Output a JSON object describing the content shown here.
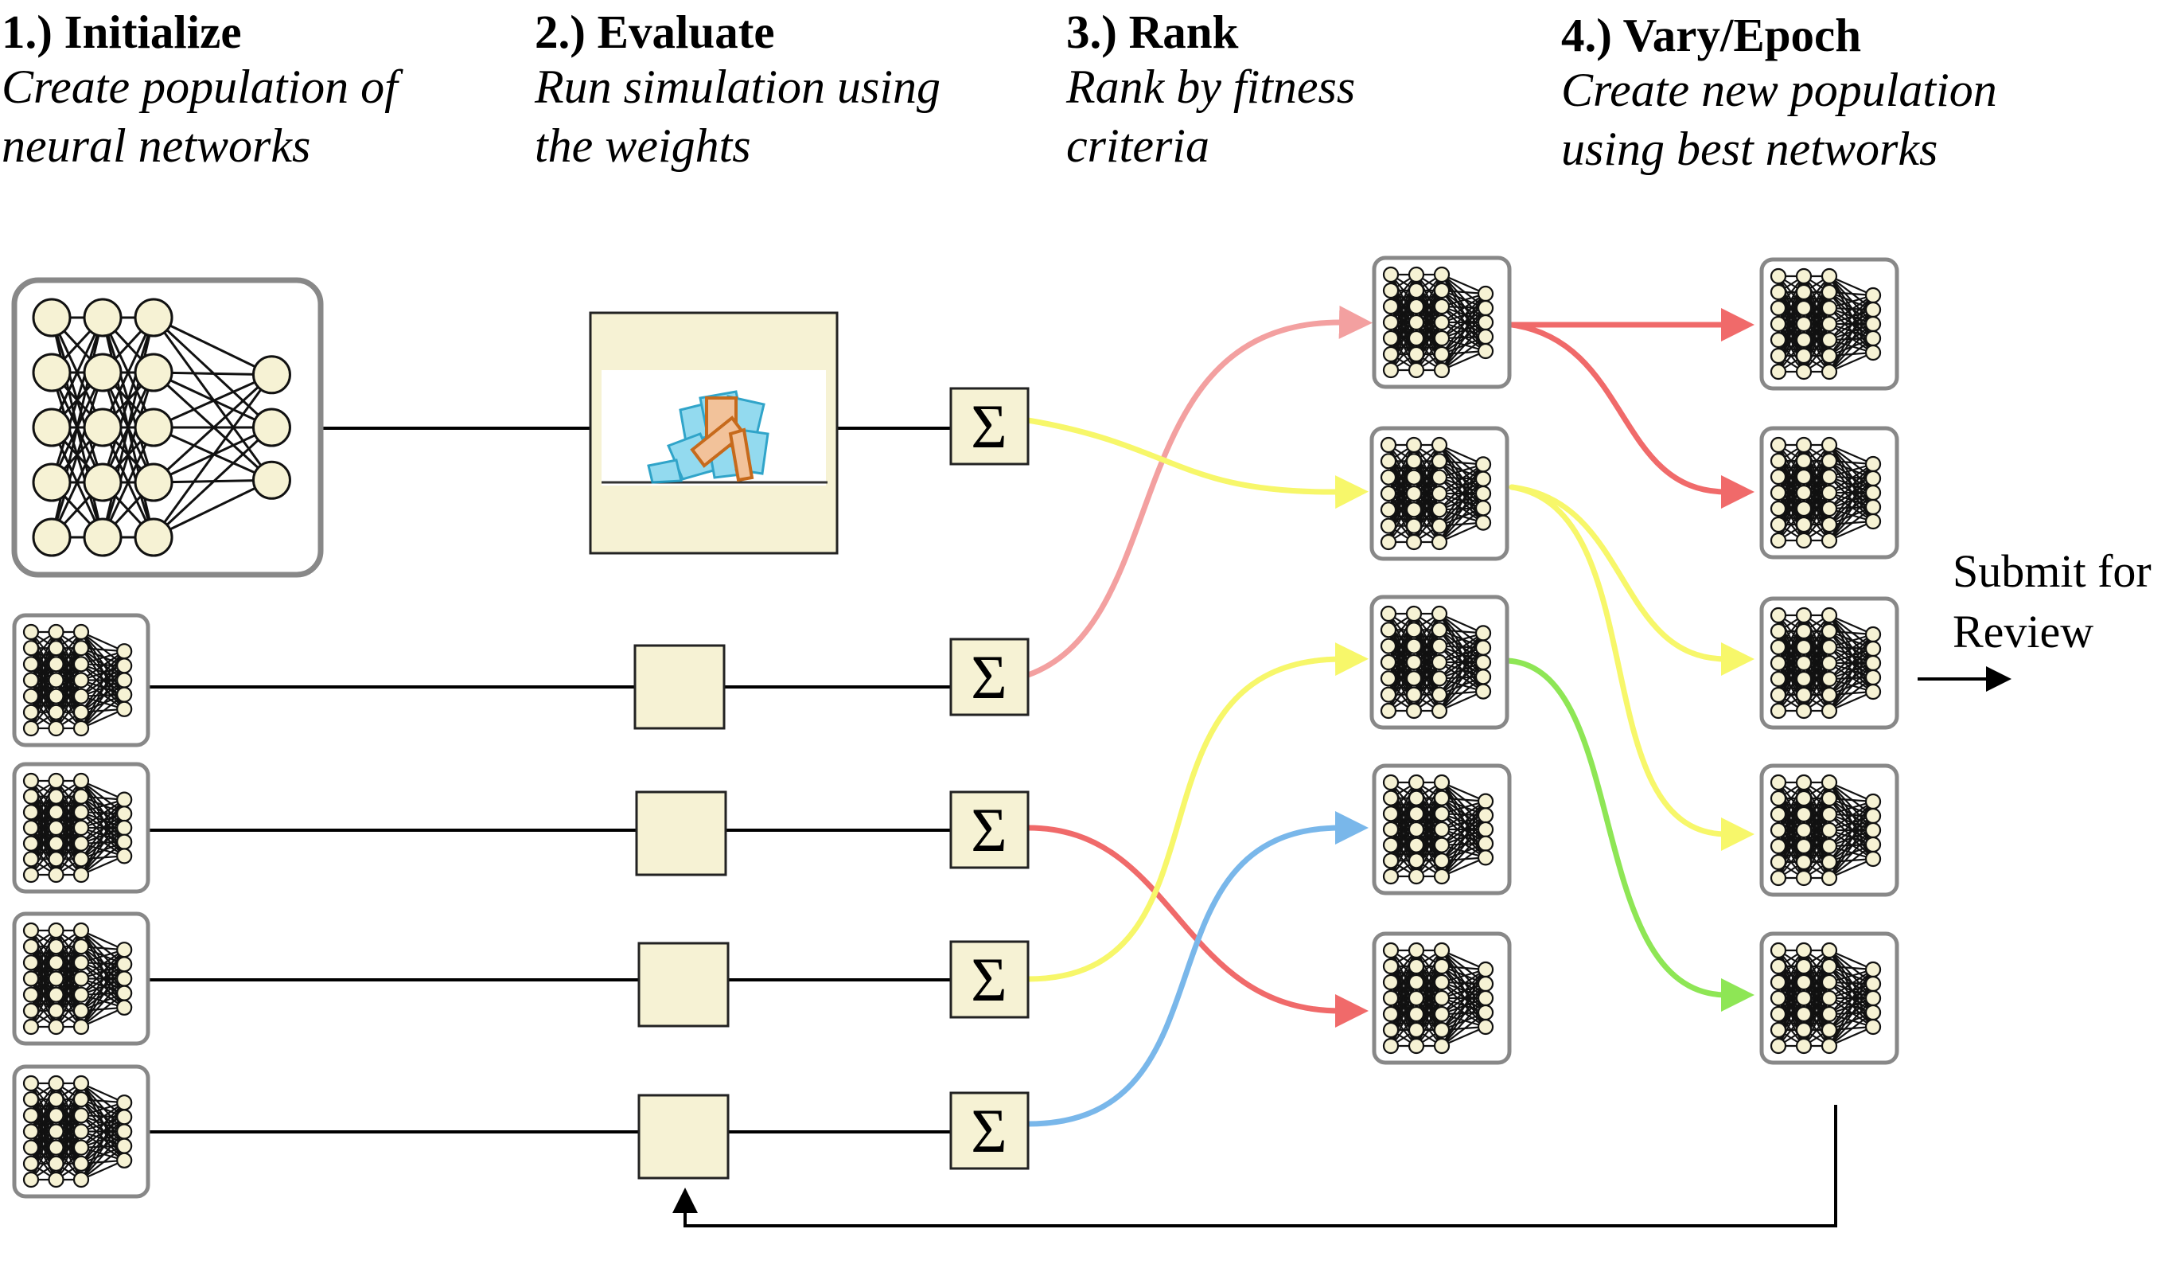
{
  "steps": [
    {
      "title": "1.) Initialize",
      "description": "Create population of\nneural networks"
    },
    {
      "title": "2.) Evaluate",
      "description": "Run simulation using\nthe weights"
    },
    {
      "title": "3.) Rank",
      "description": "Rank by fitness\ncriteria"
    },
    {
      "title": "4.) Vary/Epoch",
      "description": "Create new population\nusing best networks"
    }
  ],
  "sum_symbol": "Σ",
  "submit_label": "Submit for\nReview",
  "colors": {
    "box_fill": "#f6f2d4",
    "box_border": "#888888",
    "pink": "#f3a0a0",
    "red": "#f06a6a",
    "yellow": "#f7f76a",
    "green": "#8ee655",
    "blue": "#79b7ea"
  },
  "icons": [
    "neural-network-icon",
    "simulation-thumbnail",
    "sigma-sum-icon",
    "arrow-right-icon"
  ]
}
